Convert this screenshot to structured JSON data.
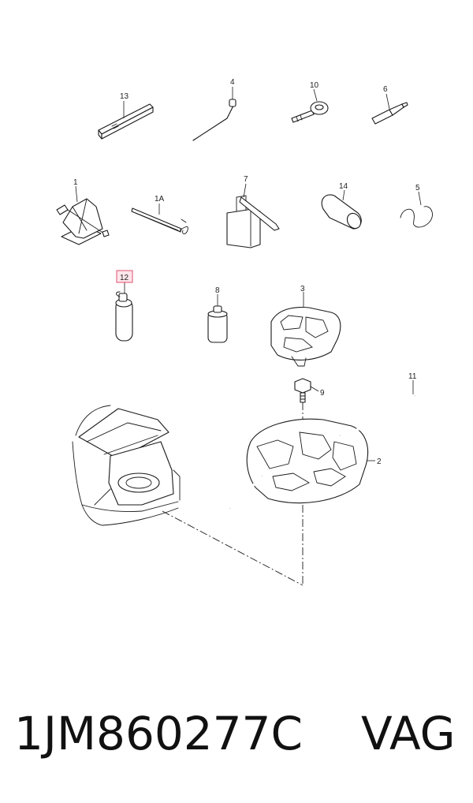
{
  "callouts": {
    "c13": "13",
    "c4": "4",
    "c10": "10",
    "c6": "6",
    "c1": "1",
    "c1A": "1A",
    "c7": "7",
    "c14": "14",
    "c5": "5",
    "c12": "12",
    "c8": "8",
    "c3": "3",
    "c9": "9",
    "c11": "11",
    "c2": "2"
  },
  "highlighted_callout": "12",
  "highlight_color": "#e0506e",
  "footer": {
    "part_number": "1JM860277C",
    "brand": "VAG"
  }
}
